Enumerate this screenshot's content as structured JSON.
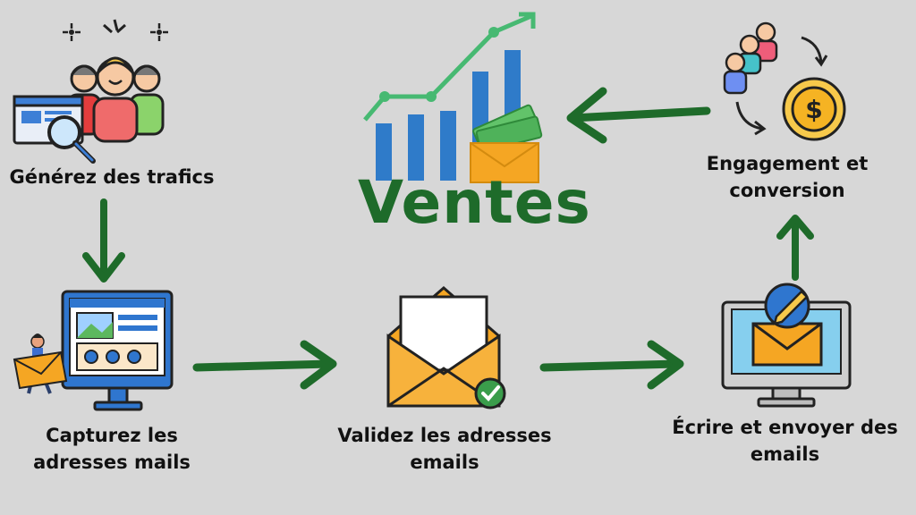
{
  "colors": {
    "background": "#d7d7d7",
    "arrow": "#1e6b2a",
    "title": "#1e6b2a",
    "bars": "#2f7bc9",
    "trend": "#47b972",
    "envelope": "#f5a623",
    "check": "#3a9d4b"
  },
  "title": "Ventes",
  "steps": [
    {
      "label": "Générez des trafics",
      "icon": "people-search-icon"
    },
    {
      "label": "Capturez les adresses mails",
      "icon": "monitor-form-icon"
    },
    {
      "label": "Validez les adresses emails",
      "icon": "envelope-check-icon"
    },
    {
      "label": "Écrire et envoyer des emails",
      "icon": "monitor-email-icon"
    },
    {
      "label": "Engagement et conversion",
      "icon": "people-dollar-icon"
    }
  ],
  "sales_icon": "sales-growth-icon"
}
